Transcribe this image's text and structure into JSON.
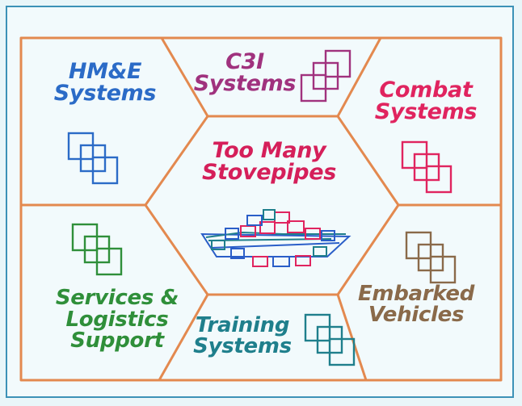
{
  "colors": {
    "background": "#e9f6f9",
    "frame_border": "#3c92b7",
    "grid_lines": "#e3894f",
    "hme": "#2b6bc7",
    "c3i": "#a0327e",
    "combat": "#e0245f",
    "center": "#d51f5a",
    "services": "#2f8f3a",
    "training": "#1f7f8c",
    "embarked": "#8a6a4a",
    "ship_blue": "#2a5ec8",
    "ship_red": "#e0245f",
    "ship_teal": "#1f7f8c"
  },
  "cells": {
    "hme": {
      "line1": "HM&E",
      "line2": "Systems",
      "icon": "stacked-documents-icon"
    },
    "c3i": {
      "line1": "C3I",
      "line2": "Systems",
      "icon": "stacked-documents-icon"
    },
    "combat": {
      "line1": "Combat",
      "line2": "Systems",
      "icon": "stacked-documents-icon"
    },
    "center": {
      "line1": "Too Many",
      "line2": "Stovepipes",
      "icon": "ship-icon"
    },
    "services": {
      "line1": "Services &",
      "line2": "Logistics",
      "line3": "Support",
      "icon": "stacked-documents-icon"
    },
    "training": {
      "line1": "Training",
      "line2": "Systems",
      "icon": "stacked-documents-icon"
    },
    "embarked": {
      "line1": "Embarked",
      "line2": "Vehicles",
      "icon": "stacked-documents-icon"
    }
  }
}
